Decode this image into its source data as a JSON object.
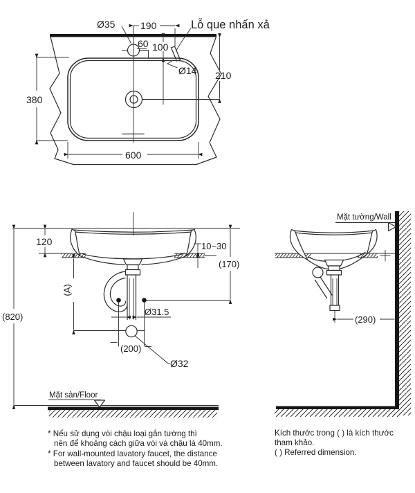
{
  "title": "Lavatory installation dimension drawing",
  "colors": {
    "ink": "#1c1c1c",
    "background": "#ffffff"
  },
  "labels": {
    "top": {
      "d35": "Ø35",
      "d190": "190",
      "d60": "60",
      "d100": "100",
      "pushrod": "Lỗ que nhấn xả",
      "d14": "Ø14",
      "d210": "210",
      "d380": "380",
      "d600": "600"
    },
    "front": {
      "d120": "120",
      "d1030": "10~30",
      "d170": "(170)",
      "dA": "(A)",
      "d820": "(820)",
      "d315": "Ø31.5",
      "d200": "(200)",
      "d32": "Ø32",
      "floor": "Mặt sàn/Floor"
    },
    "side": {
      "wall": "Mặt tường/Wall",
      "d290": "(290)"
    },
    "notes": {
      "l1": "* Nếu sử dụng vòi chậu loại gắn tường thì",
      "l2": "nên để khoảng cách giữa vòi và chậu là 40mm.",
      "l3": "* For wall-mounted lavatory faucet, the distance",
      "l4": "between lavatory and faucet should be 40mm.",
      "r1": "Kích thước trong ( ) là kích thước",
      "r2": "tham khảo.",
      "r3": "( ) Referred dimension."
    }
  }
}
